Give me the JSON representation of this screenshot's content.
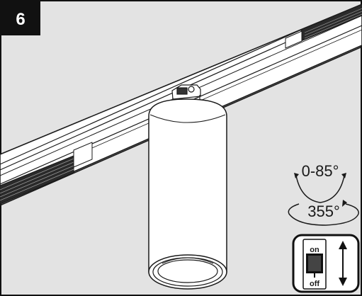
{
  "step": {
    "number": "6"
  },
  "rotation": {
    "tilt_label": "0-85°",
    "pan_label": "355°"
  },
  "switch": {
    "on_label": "on",
    "off_label": "off",
    "state": "on"
  },
  "colors": {
    "background": "#e3e3e3",
    "border": "#111111",
    "badge": "#111111",
    "fixture": "#ffffff"
  }
}
